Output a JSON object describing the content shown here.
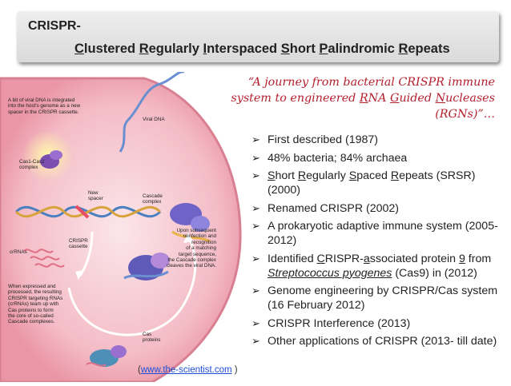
{
  "title": {
    "main": "CRISPR-",
    "subtitle_parts": [
      {
        "t": "C",
        "u": true
      },
      {
        "t": "lustered ",
        "u": false
      },
      {
        "t": "R",
        "u": true
      },
      {
        "t": "egularly ",
        "u": false
      },
      {
        "t": "I",
        "u": true
      },
      {
        "t": "nterspaced ",
        "u": false
      },
      {
        "t": "S",
        "u": true
      },
      {
        "t": "hort ",
        "u": false
      },
      {
        "t": "P",
        "u": true
      },
      {
        "t": "alindromic ",
        "u": false
      },
      {
        "t": "R",
        "u": true
      },
      {
        "t": "epeats",
        "u": false
      }
    ]
  },
  "quote": {
    "line1": "“A journey from bacterial  CRISPR immune",
    "line2_parts": [
      {
        "t": "system to engineered ",
        "u": false
      },
      {
        "t": "R",
        "u": true
      },
      {
        "t": "NA ",
        "u": false
      },
      {
        "t": "G",
        "u": true
      },
      {
        "t": "uided ",
        "u": false
      },
      {
        "t": "N",
        "u": true
      },
      {
        "t": "ucleases",
        "u": false
      }
    ],
    "line3": "(RGNs)”…"
  },
  "bullets": [
    [
      {
        "t": "First described (1987)"
      }
    ],
    [
      {
        "t": "48% bacteria; 84% archaea"
      }
    ],
    [
      {
        "t": "S",
        "u": true
      },
      {
        "t": "hort "
      },
      {
        "t": "R",
        "u": true
      },
      {
        "t": "egularly "
      },
      {
        "t": "S",
        "u": true
      },
      {
        "t": "paced "
      },
      {
        "t": "R",
        "u": true
      },
      {
        "t": "epeats (SRSR) (2000)"
      }
    ],
    [
      {
        "t": "Renamed CRISPR (2002)"
      }
    ],
    [
      {
        "t": "A prokaryotic adaptive immune system (2005-2012)"
      }
    ],
    [
      {
        "t": "Identified "
      },
      {
        "t": "C",
        "u": true
      },
      {
        "t": "RISPR-"
      },
      {
        "t": "a",
        "u": true
      },
      {
        "t": "ssociated protein "
      },
      {
        "t": "9",
        "u": true
      },
      {
        "t": " from "
      },
      {
        "t": "Streptococcus pyogenes",
        "u": true,
        "i": true
      },
      {
        "t": " (Cas9) in (2012)"
      }
    ],
    [
      {
        "t": "Genome engineering by CRISPR/Cas system (16 February 2012)"
      }
    ],
    [
      {
        "t": "CRISPR Interference (2013)"
      }
    ],
    [
      {
        "t": "Other applications of CRISPR (2013- till date)"
      }
    ]
  ],
  "bullet_marker": "➢",
  "figure": {
    "labels": {
      "intro": "A bit of viral DNA is integrated\ninto the host's genome as a new\nspacer in the CRISPR cassette.",
      "viral_dna": "Viral DNA",
      "cas1_cas2": "Cas1-Cas2\ncomplex",
      "new_spacer": "New\nspacer",
      "cascade_complex": "Cascade\ncomplex",
      "crispr_cassette": "CRISPR\ncassette",
      "crrnas": "crRNAs",
      "reinfection": "Upon subsequent\nreinfection and\nrecognition\nof a matching\ntarget sequence,\nthe Cascade complex\ncleaves the viral DNA.",
      "expressed": "When expressed and\nprocessed, the resulting\nCRISPR targeting RNAs\n(crRNAs) team up with\nCas proteins to form\nthe core of so-called\nCascade complexes.",
      "cas_proteins": "Cas\nproteins"
    },
    "credit_prefix": "(",
    "credit_link": "www.the-scientist.com",
    "credit_suffix": " )"
  },
  "colors": {
    "quote": "#b51f2d",
    "cell": "#f1a9b3",
    "link": "#1f4fd8"
  }
}
